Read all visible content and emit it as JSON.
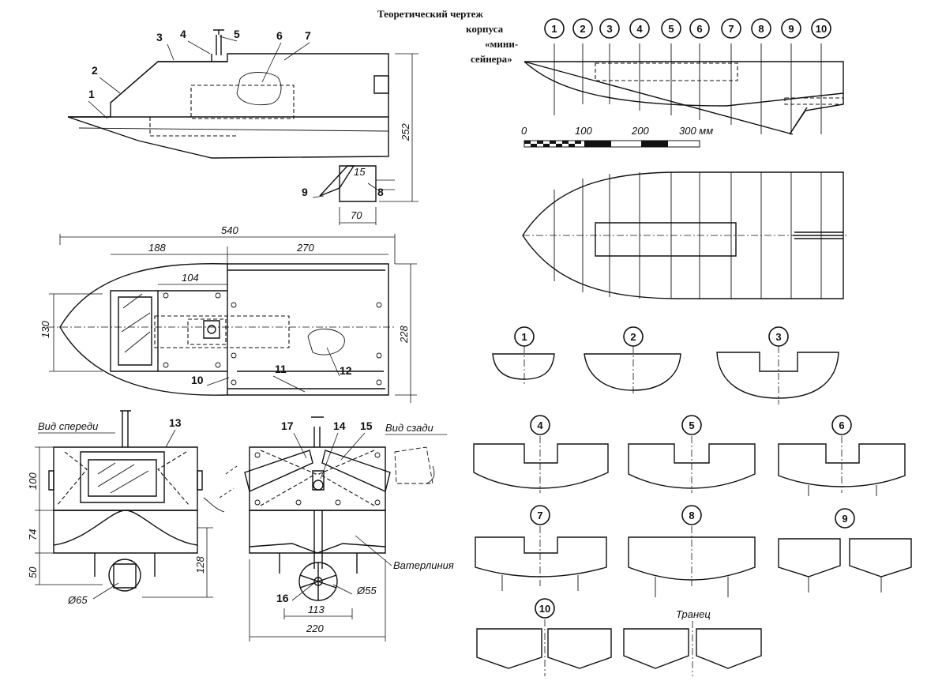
{
  "title_lines": [
    "Теоретический чертеж",
    "корпуса",
    "«мини-",
    "сейнера»"
  ],
  "part_numbers": [
    "1",
    "2",
    "3",
    "4",
    "5",
    "6",
    "7",
    "8",
    "9",
    "10",
    "11",
    "12",
    "13",
    "14",
    "15",
    "16",
    "17"
  ],
  "section_numbers": [
    "1",
    "2",
    "3",
    "4",
    "5",
    "6",
    "7",
    "8",
    "9",
    "10"
  ],
  "dimensions": {
    "side_height": "252",
    "keel_15": "15",
    "keel_70": "70",
    "overall_length": "540",
    "length_188": "188",
    "length_270": "270",
    "length_104": "104",
    "width_130": "130",
    "width_228": "228",
    "front_100": "100",
    "front_74": "74",
    "front_50": "50",
    "front_128": "128",
    "front_d65": "Ø65",
    "rear_d55": "Ø55",
    "rear_113": "113",
    "rear_220": "220"
  },
  "scale": {
    "labels": [
      "0",
      "100",
      "200",
      "300 мм"
    ]
  },
  "view_labels": {
    "front": "Вид спереди",
    "rear": "Вид сзади",
    "waterline": "Ватерлиния",
    "transom": "Транец"
  }
}
